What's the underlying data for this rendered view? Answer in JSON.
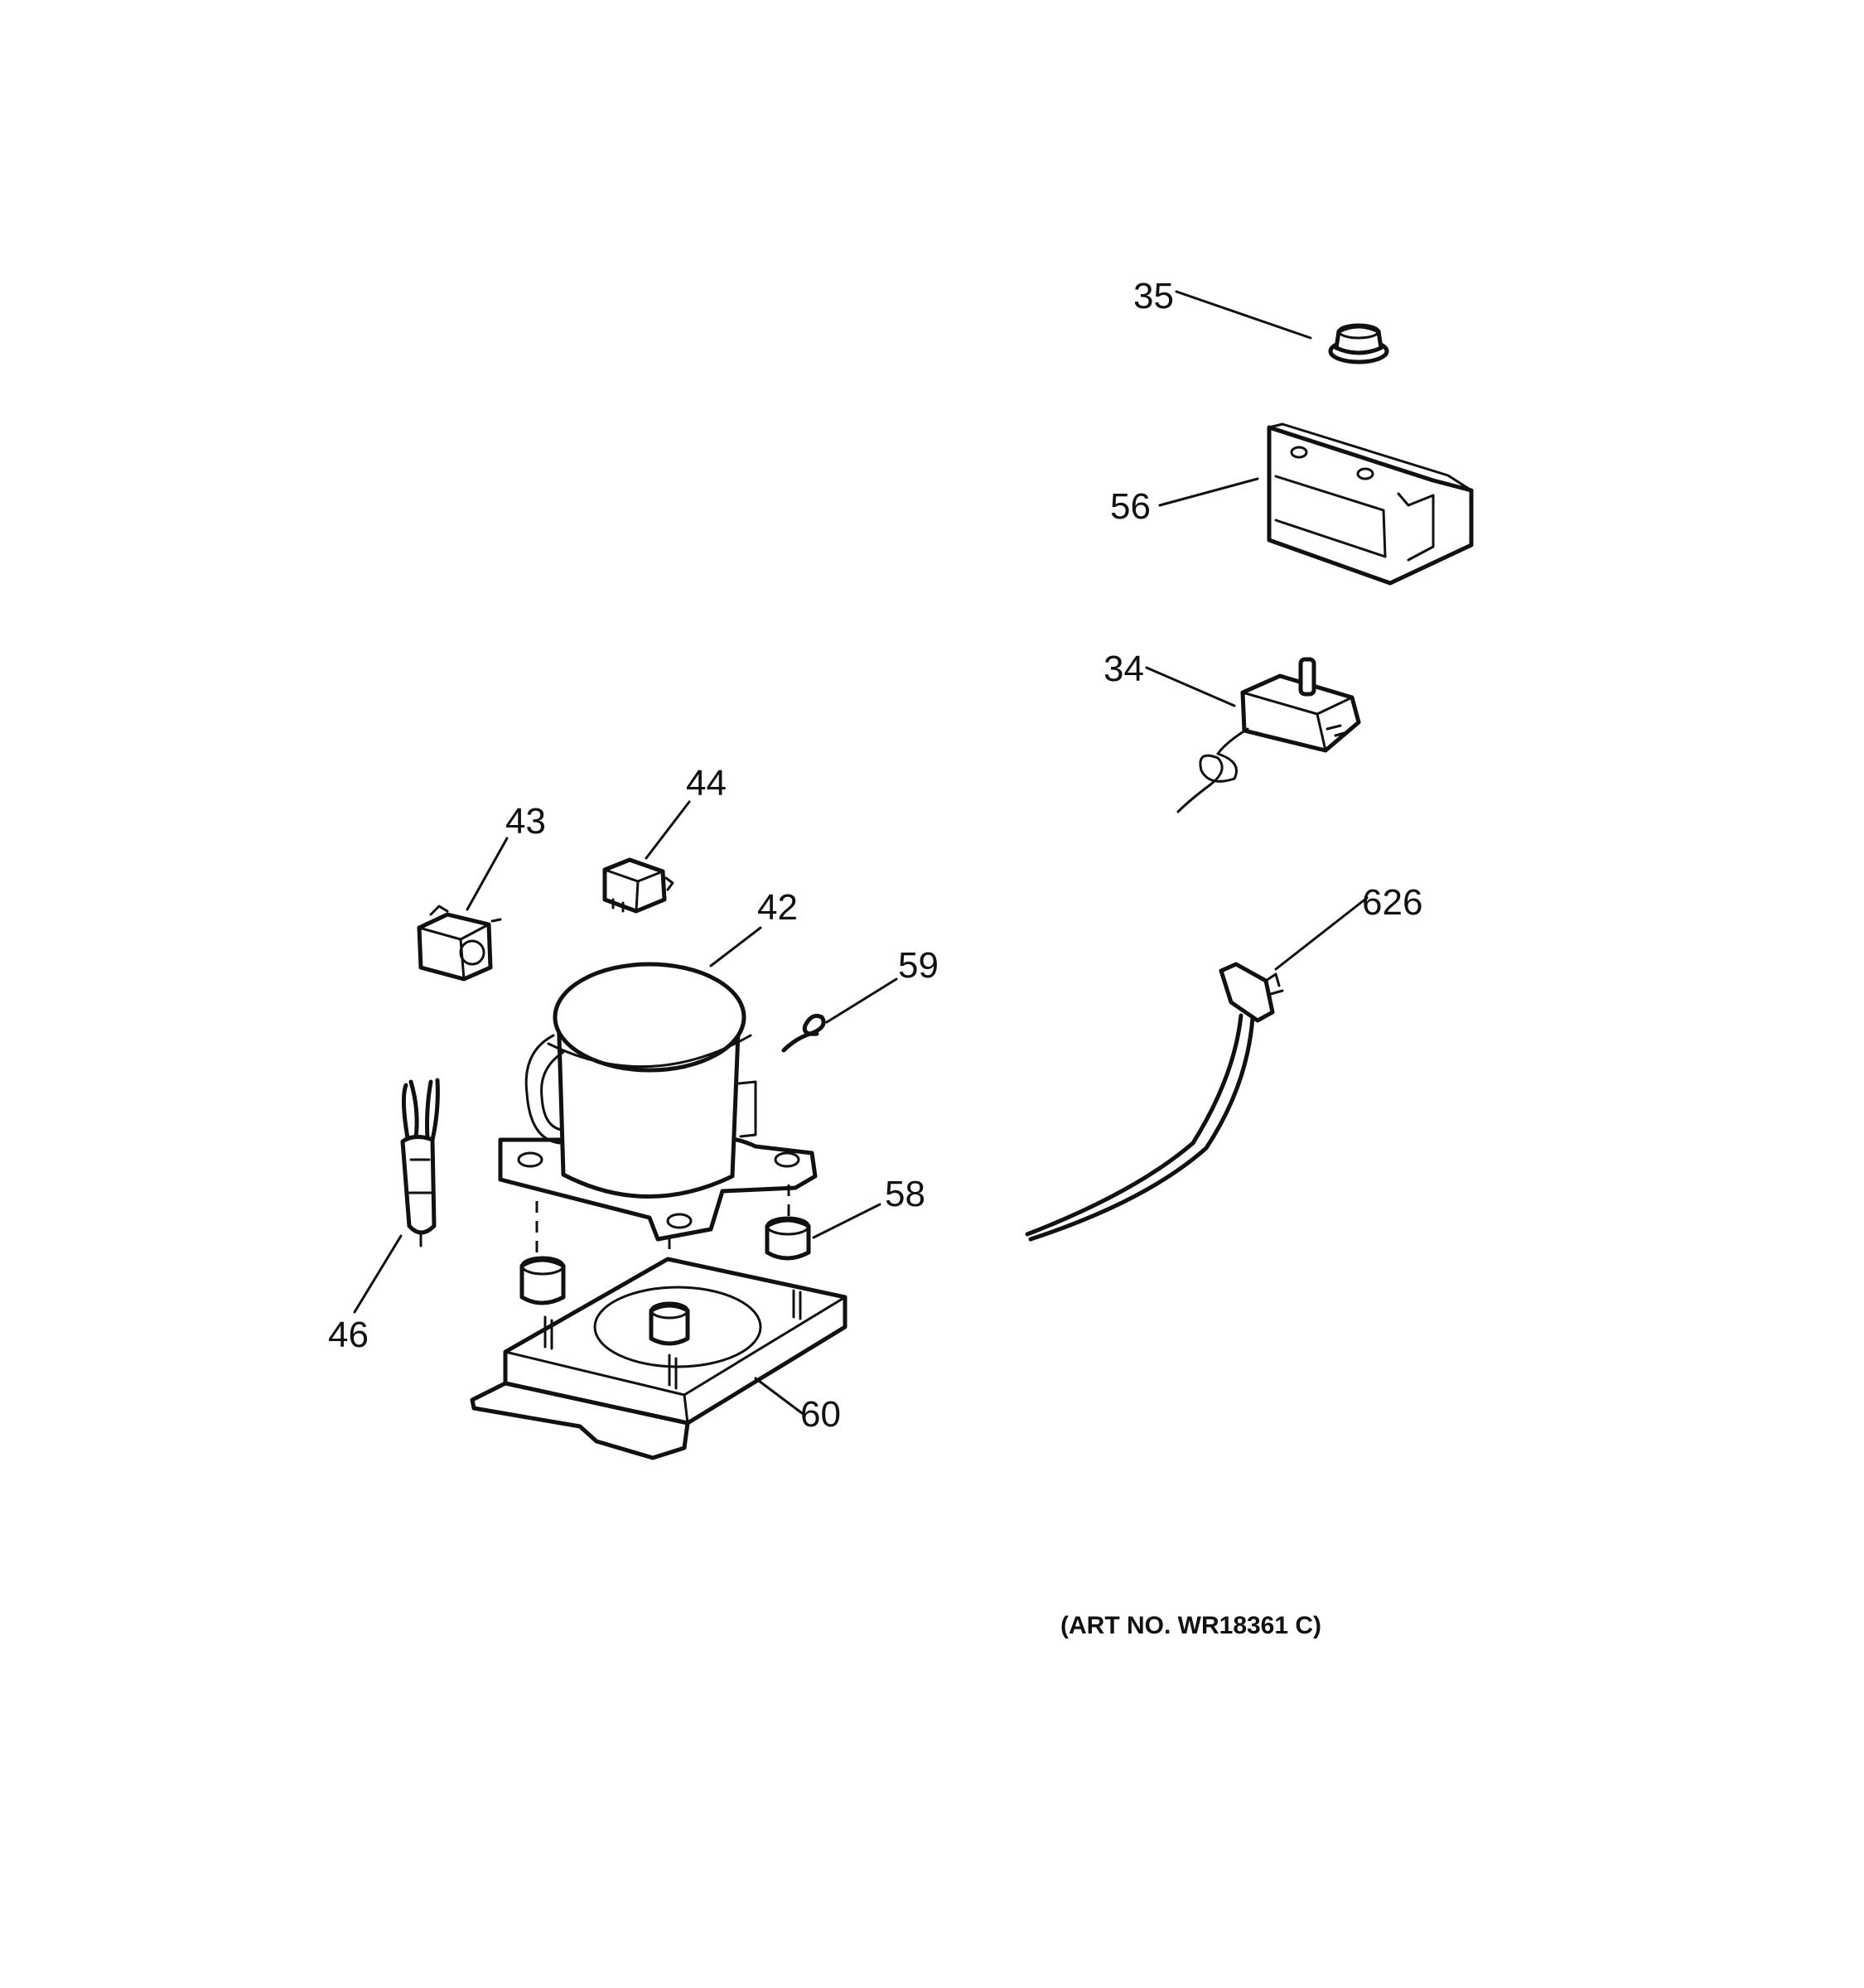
{
  "callouts": {
    "c35": "35",
    "c56": "56",
    "c34": "34",
    "c44": "44",
    "c43": "43",
    "c42": "42",
    "c59": "59",
    "c626": "626",
    "c46": "46",
    "c58": "58",
    "c60": "60"
  },
  "art_number": "(ART NO. WR18361 C)"
}
